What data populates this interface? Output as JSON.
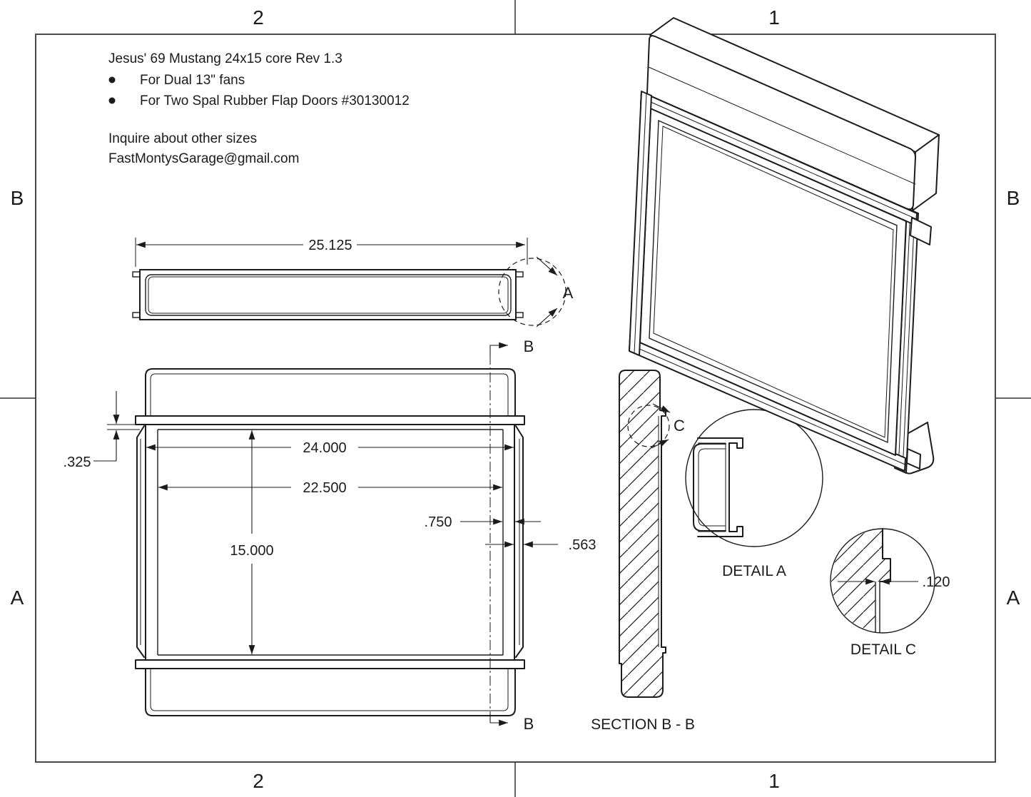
{
  "colors": {
    "line": "#1b1b1b",
    "frame": "#4a4a4a",
    "background": "#ffffff"
  },
  "border": {
    "top_left": "2",
    "top_right": "1",
    "bottom_left": "2",
    "bottom_right": "1",
    "left_top": "B",
    "left_bottom": "A",
    "right_top": "B",
    "right_bottom": "A"
  },
  "notes": {
    "title": "Jesus' 69 Mustang 24x15 core Rev 1.3",
    "bullet1": "For Dual 13\" fans",
    "bullet2": "For Two Spal Rubber Flap Doors #30130012",
    "inquire": "Inquire about other sizes",
    "email": "FastMontysGarage@gmail.com"
  },
  "top_view": {
    "width_dim": "25.125",
    "detail_label": "A",
    "section_label": "B"
  },
  "front_view": {
    "overall_width": "24.000",
    "core_width": "22.500",
    "core_height": "15.000",
    "channel_width": ".750",
    "side_width": ".563",
    "lip": ".325",
    "section_label": "B"
  },
  "section_view": {
    "title": "SECTION B - B",
    "detail_label": "C"
  },
  "details": {
    "a_label": "DETAIL A",
    "c_label": "DETAIL C",
    "c_dim": ".120"
  }
}
